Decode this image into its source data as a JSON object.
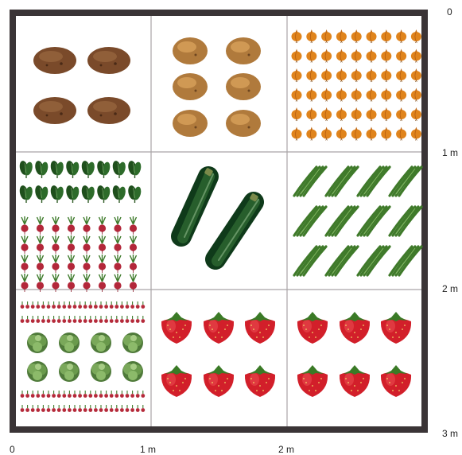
{
  "colors": {
    "frame": "#3a3436",
    "grid": "#a9a4a6",
    "bed_bg": "#ffffff"
  },
  "axes": {
    "x_labels": [
      "0",
      "1 m",
      "2 m"
    ],
    "y_labels": [
      "0",
      "1 m",
      "2 m",
      "3 m"
    ]
  },
  "beds": [
    {
      "crop": "potato",
      "icon": "potato-icon",
      "count": 4
    },
    {
      "crop": "potato",
      "icon": "potato-icon",
      "count": 6
    },
    {
      "crop": "onion",
      "icon": "onion-icon",
      "count": 54
    },
    {
      "crop": "spinach",
      "icon": "spinach-icon",
      "count": 16,
      "companion": "beetroot",
      "companion_icon": "beet-icon",
      "companion_count": 32
    },
    {
      "crop": "zucchini",
      "icon": "zucchini-icon",
      "count": 2
    },
    {
      "crop": "beans",
      "icon": "bean-icon",
      "count": 12
    },
    {
      "crop": "lettuce",
      "icon": "lettuce-icon",
      "count": 8,
      "companion": "radish",
      "companion_icon": "radish-icon",
      "companion_count": 96
    },
    {
      "crop": "strawberry",
      "icon": "strawberry-icon",
      "count": 6
    },
    {
      "crop": "strawberry",
      "icon": "strawberry-icon",
      "count": 6
    }
  ]
}
